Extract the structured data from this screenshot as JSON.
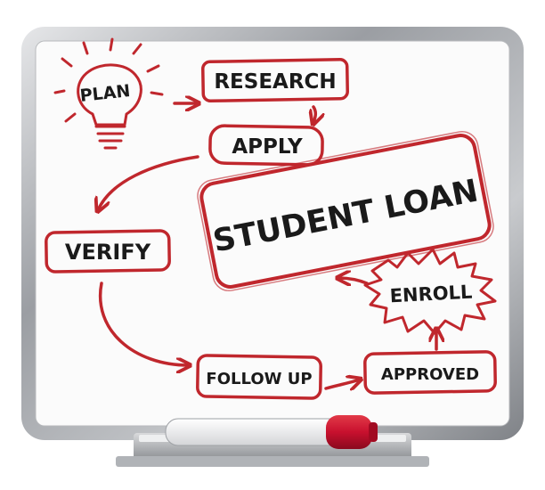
{
  "diagram": {
    "plan": "PLAN",
    "research": "RESEARCH",
    "apply": "APPLY",
    "verify": "VERIFY",
    "student_loan": "STUDENT LOAN",
    "enroll": "ENROLL",
    "follow_up": "FOLLOW UP",
    "approved": "APPROVED"
  },
  "colors": {
    "ink_red": "#c0272d",
    "ink_black": "#1a1a1a",
    "board_frame": "#a9acb0",
    "board_surface": "#fbfbfb",
    "marker_cap": "#c8102e"
  }
}
